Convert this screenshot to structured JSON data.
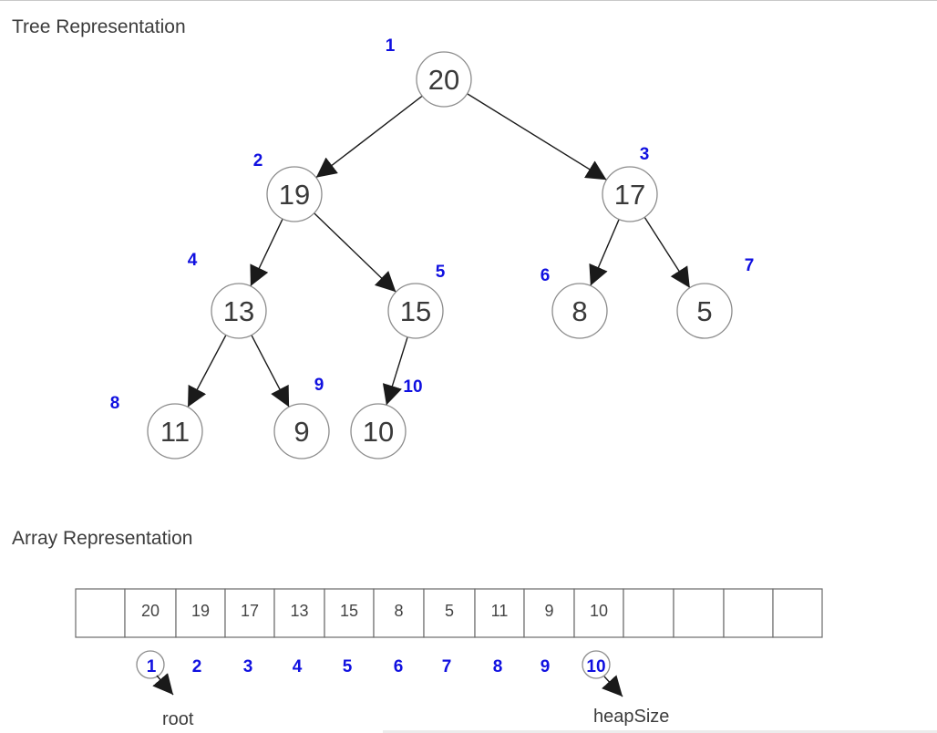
{
  "tree": {
    "title": "Tree Representation",
    "nodes": [
      {
        "id": 1,
        "value": "20",
        "index_label": "1"
      },
      {
        "id": 2,
        "value": "19",
        "index_label": "2"
      },
      {
        "id": 3,
        "value": "17",
        "index_label": "3"
      },
      {
        "id": 4,
        "value": "13",
        "index_label": "4"
      },
      {
        "id": 5,
        "value": "15",
        "index_label": "5"
      },
      {
        "id": 6,
        "value": "8",
        "index_label": "6"
      },
      {
        "id": 7,
        "value": "5",
        "index_label": "7"
      },
      {
        "id": 8,
        "value": "11",
        "index_label": "8"
      },
      {
        "id": 9,
        "value": "9",
        "index_label": "9"
      },
      {
        "id": 10,
        "value": "10",
        "index_label": "10"
      }
    ],
    "edges": [
      [
        1,
        2
      ],
      [
        1,
        3
      ],
      [
        2,
        4
      ],
      [
        2,
        5
      ],
      [
        3,
        6
      ],
      [
        3,
        7
      ],
      [
        4,
        8
      ],
      [
        4,
        9
      ],
      [
        5,
        10
      ]
    ]
  },
  "array": {
    "title": "Array Representation",
    "cells": [
      "",
      "20",
      "19",
      "17",
      "13",
      "15",
      "8",
      "5",
      "11",
      "9",
      "10",
      "",
      "",
      "",
      ""
    ],
    "index_labels": [
      "1",
      "2",
      "3",
      "4",
      "5",
      "6",
      "7",
      "8",
      "9",
      "10"
    ],
    "root_label": "root",
    "heapsize_label": "heapSize"
  },
  "colors": {
    "index_blue": "#1010e0",
    "text_gray": "#3c3c3c",
    "node_stroke": "#8c8c8c",
    "arrow": "#1a1a1a"
  }
}
